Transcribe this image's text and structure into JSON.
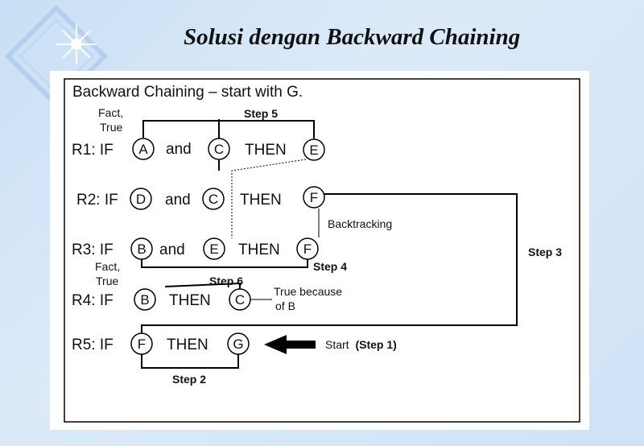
{
  "slide": {
    "title": "Solusi dengan Backward Chaining"
  },
  "diagram": {
    "heading": "Backward Chaining – start with G.",
    "rules": [
      {
        "label": "R1: IF",
        "a": "A",
        "and": "and",
        "b": "C",
        "then": "THEN",
        "c": "E"
      },
      {
        "label": "R2: IF",
        "a": "D",
        "and": "and",
        "b": "C",
        "then": "THEN",
        "c": "F"
      },
      {
        "label": "R3: IF",
        "a": "B",
        "and": "and",
        "b": "E",
        "then": "THEN",
        "c": "F"
      },
      {
        "label": "R4: IF",
        "a": "B",
        "then": "THEN",
        "c": "C"
      },
      {
        "label": "R5: IF",
        "a": "F",
        "then": "THEN",
        "c": "G"
      }
    ],
    "annotations": {
      "fact_true_1_line1": "Fact,",
      "fact_true_1_line2": "True",
      "fact_true_2_line1": "Fact,",
      "fact_true_2_line2": "True",
      "step1_start": "Start",
      "step1": "(Step 1)",
      "step2": "Step 2",
      "step3": "Step 3",
      "step4": "Step 4",
      "step5": "Step 5",
      "step6": "Step 6",
      "backtracking": "Backtracking",
      "true_because_line1": "True because",
      "true_because_line2": "of B"
    }
  }
}
